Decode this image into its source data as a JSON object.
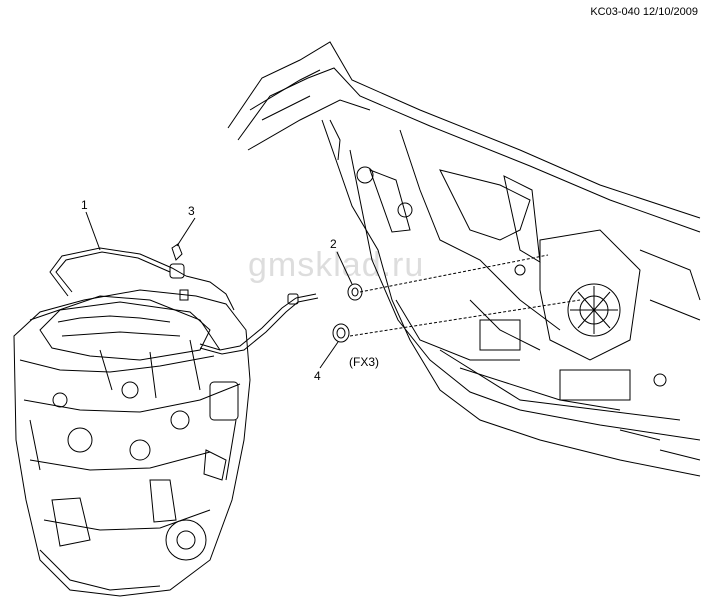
{
  "header": {
    "code": "KC03-040 12/10/2009"
  },
  "watermark": "gmsklad.ru",
  "callouts": [
    {
      "number": "1"
    },
    {
      "number": "2"
    },
    {
      "number": "3"
    },
    {
      "number": "4"
    }
  ],
  "notes": {
    "fastener_code": "(FX3)"
  },
  "colors": {
    "line": "#000000",
    "background": "#ffffff",
    "watermark": "#c8c8c8"
  }
}
